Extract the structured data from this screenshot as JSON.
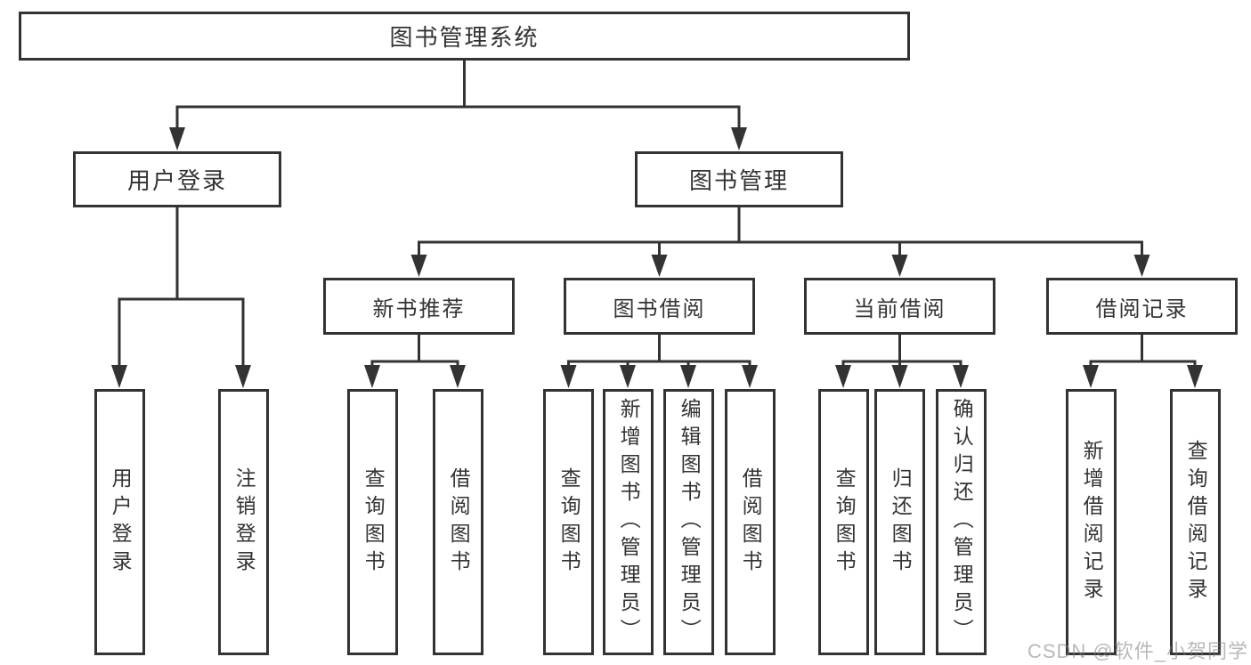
{
  "colors": {
    "line": "#333333",
    "text": "#333333",
    "box_bg": "#ffffff",
    "watermark": "#9b9b9b"
  },
  "watermark": "CSDN @软件_小贺同学",
  "tree": {
    "label": "图书管理系统",
    "children": [
      {
        "label": "用户登录",
        "children": [
          {
            "label": "用户登录"
          },
          {
            "label": "注销登录"
          }
        ]
      },
      {
        "label": "图书管理",
        "children": [
          {
            "label": "新书推荐",
            "children": [
              {
                "label": "查询图书"
              },
              {
                "label": "借阅图书"
              }
            ]
          },
          {
            "label": "图书借阅",
            "children": [
              {
                "label": "查询图书"
              },
              {
                "label": "新增图书（管理员）"
              },
              {
                "label": "编辑图书（管理员）"
              },
              {
                "label": "借阅图书"
              }
            ]
          },
          {
            "label": "当前借阅",
            "children": [
              {
                "label": "查询图书"
              },
              {
                "label": "归还图书"
              },
              {
                "label": "确认归还（管理员）"
              }
            ]
          },
          {
            "label": "借阅记录",
            "children": [
              {
                "label": "新增借阅记录"
              },
              {
                "label": "查询借阅记录"
              }
            ]
          }
        ]
      }
    ]
  }
}
